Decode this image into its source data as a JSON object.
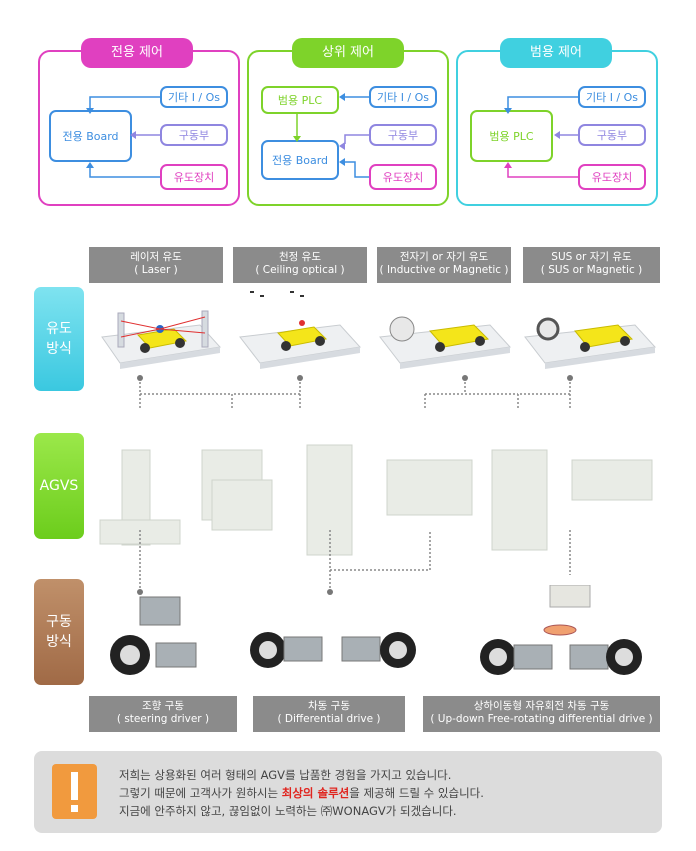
{
  "control_blocks": [
    {
      "title": "전용 제어",
      "color": "#e040c0",
      "items": [
        "기타 I / Os",
        "구동부",
        "유도장치"
      ],
      "main": [
        "전용 Board"
      ]
    },
    {
      "title": "상위 제어",
      "color": "#7ed32a",
      "items": [
        "기타 I / Os",
        "구동부",
        "유도장치"
      ],
      "main": [
        "범용 PLC",
        "전용 Board"
      ]
    },
    {
      "title": "범용 제어",
      "color": "#40d0e0",
      "items": [
        "기타 I / Os",
        "구동부",
        "유도장치"
      ],
      "main": [
        "범용 PLC"
      ]
    }
  ],
  "guidance_methods": [
    {
      "label": "레이저 유도",
      "sub": "( Laser )"
    },
    {
      "label": "천정 유도",
      "sub": "( Ceiling optical )"
    },
    {
      "label": "전자기 or 자기 유도",
      "sub": "( Inductive or Magnetic )"
    },
    {
      "label": "SUS or 자기 유도",
      "sub": "( SUS or Magnetic )"
    }
  ],
  "side_labels": {
    "guidance": "유도\n방식",
    "agvs": "AGVS",
    "drive": "구동\n방식"
  },
  "drive_methods": [
    {
      "label": "조향 구동",
      "sub": "( steering driver )"
    },
    {
      "label": "차동 구동",
      "sub": "( Differential drive )"
    },
    {
      "label": "상하이동형 자유회전 차동 구동",
      "sub": "( Up-down Free-rotating differential drive )"
    }
  ],
  "notice": {
    "icon": "!",
    "line1": "저희는 상용화된 여러 형태의 AGV를 납품한 경험을 가지고 있습니다.",
    "line2_pre": "그렇기 때문에 고객사가 원하시는 ",
    "line2_highlight": "최상의 솔루션",
    "line2_post": "을 제공해 드릴 수 있습니다.",
    "line3": "지금에 안주하지 않고, 끊임없이 노력하는 ㈜WONAGV가 되겠습니다."
  },
  "colors": {
    "magenta": "#e040c0",
    "green": "#7ed32a",
    "cyan": "#40d0e0",
    "blue": "#3d8ee0",
    "purple": "#8f86e0",
    "brown": "#a87452",
    "orange": "#f19a3e",
    "highlight": "#e0251f"
  }
}
